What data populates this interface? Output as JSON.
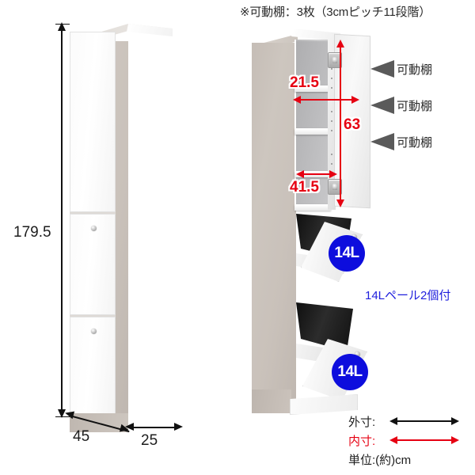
{
  "header": {
    "note": "※可動棚：3枚（3cmピッチ11段階）"
  },
  "left_diagram": {
    "name": "exterior-view",
    "dimensions": {
      "height": "179.5",
      "depth": "45",
      "width": "25"
    }
  },
  "right_diagram": {
    "name": "interior-cutaway-view",
    "dimensions": {
      "inner_width": "21.5",
      "inner_height": "63",
      "inner_depth": "41.5"
    },
    "shelf_callouts": [
      {
        "label": "可動棚"
      },
      {
        "label": "可動棚"
      },
      {
        "label": "可動棚"
      }
    ],
    "pail_badges": [
      {
        "label": "14L"
      },
      {
        "label": "14L"
      }
    ],
    "pail_note": "14Lペール2個付"
  },
  "legend": {
    "outer_label": "外寸:",
    "inner_label": "内寸:",
    "unit_label": "単位:(約)cm"
  },
  "colors": {
    "red": "#e60012",
    "blue": "#0d0ddd",
    "note_blue": "#2020dd",
    "body_taupe": "#c9c1ba",
    "front_white": "#ffffff",
    "callout_grey": "#5a5a5a"
  }
}
